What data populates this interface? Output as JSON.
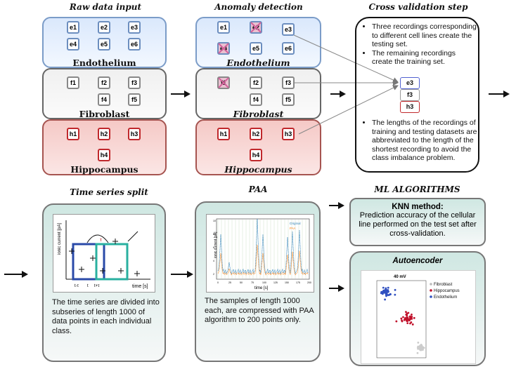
{
  "titles": {
    "raw": "Raw data input",
    "anomaly": "Anomaly detection",
    "cv": "Cross validation step",
    "split": "Time series split",
    "paa": "PAA",
    "ml": "ML ALGORITHMS"
  },
  "groups": {
    "endothelium": "Endothelium",
    "fibroblast": "Fibroblast",
    "hippocampus": "Hippocampus"
  },
  "raw": {
    "endothelium": [
      "e1",
      "e2",
      "e3",
      "e4",
      "e5",
      "e6"
    ],
    "fibroblast": [
      "f1",
      "f2",
      "f3",
      "f4",
      "f5"
    ],
    "hippocampus": [
      "h1",
      "h2",
      "h3",
      "h4"
    ]
  },
  "anomaly": {
    "endothelium": [
      {
        "id": "e1",
        "removed": false
      },
      {
        "id": "e2",
        "removed": true
      },
      {
        "id": "e3",
        "removed": false
      },
      {
        "id": "e4",
        "removed": true
      },
      {
        "id": "e5",
        "removed": false
      },
      {
        "id": "e6",
        "removed": false
      }
    ],
    "fibroblast": [
      {
        "id": "f1",
        "removed": true
      },
      {
        "id": "f2",
        "removed": false
      },
      {
        "id": "f3",
        "removed": false
      },
      {
        "id": "f4",
        "removed": false
      },
      {
        "id": "f5",
        "removed": false
      }
    ],
    "hippocampus": [
      {
        "id": "h1",
        "removed": false
      },
      {
        "id": "h2",
        "removed": false
      },
      {
        "id": "h3",
        "removed": false
      },
      {
        "id": "h4",
        "removed": false
      }
    ]
  },
  "cv": {
    "bullet1": "Three recordings corresponding to different cell lines create the testing set.",
    "bullet2": "The remaining recordings create the training set.",
    "test_set": [
      "e3",
      "f3",
      "h3"
    ],
    "bullet3": "The lengths of the recordings of training and testing datasets are abbreviated to the length of the shortest recording to avoid the class imbalance problem."
  },
  "split": {
    "ylabel": "ionic current [pA]",
    "xlabel": "time [s]",
    "ticks": [
      "t-τ",
      "t",
      "t+τ"
    ],
    "tau": "τ",
    "text": "The time series are divided into subseries of length 1000 of data points in each individual class."
  },
  "paa": {
    "ylabel": "ionic current [pA]",
    "xlabel": "time [s]",
    "legend": [
      "Original",
      "PAA"
    ],
    "xticks": [
      "0",
      "25",
      "50",
      "75",
      "100",
      "125",
      "150",
      "175",
      "200"
    ],
    "yticks": [
      "10",
      "8",
      "6",
      "4",
      "2"
    ],
    "text": "The samples of length 1000 each, are compressed with PAA algorithm to 200 points only."
  },
  "knn": {
    "title": "KNN method:",
    "text": "Prediction accuracy of the cellular line performed on the test set after cross-validation."
  },
  "autoencoder": {
    "title": "Autoencoder",
    "plot_title": "40 mV",
    "legend": [
      "Fibroblast",
      "Hippocampus",
      "Endothelium"
    ],
    "colors": [
      "#cccccc",
      "#c0102a",
      "#3050c0"
    ]
  }
}
